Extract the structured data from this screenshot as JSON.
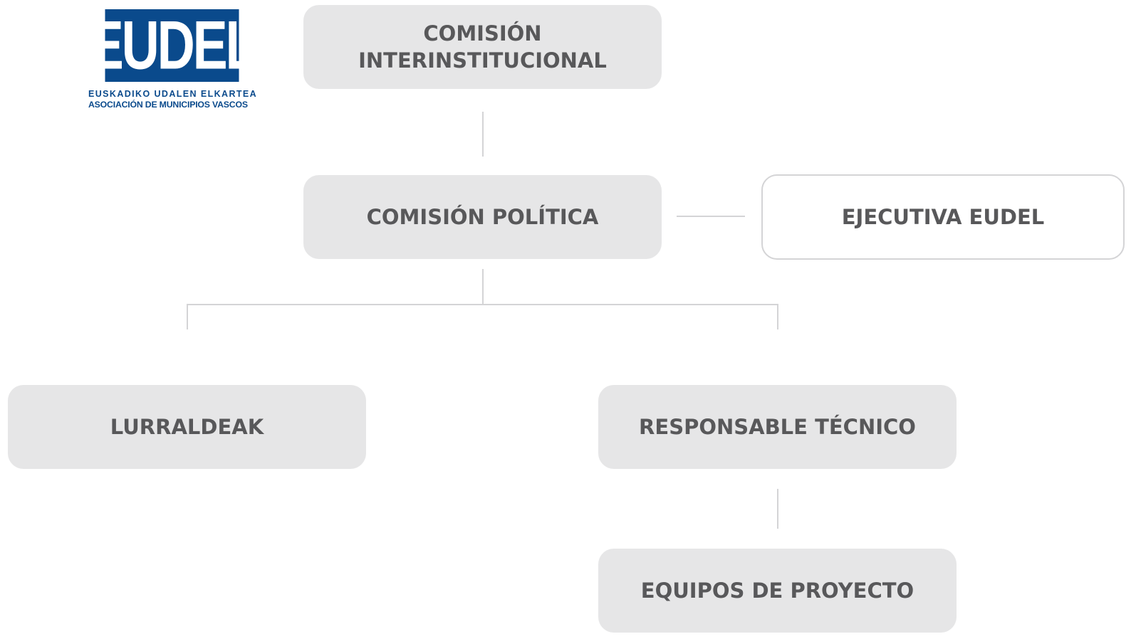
{
  "logo": {
    "wordmark": "EUDEL",
    "tagline_eu": "EUSKADIKO UDALEN ELKARTEA",
    "tagline_es": "ASOCIACIÓN DE MUNICIPIOS VASCOS",
    "brand_color": "#0a4a8c"
  },
  "nodes": {
    "comision_interinstitucional": {
      "line1": "COMISIÓN",
      "line2": "INTERINSTITUCIONAL"
    },
    "comision_politica": "COMISIÓN POLÍTICA",
    "ejecutiva": "EJECUTIVA EUDEL",
    "lurraldeak": "LURRALDEAK",
    "responsable_tecnico": "RESPONSABLE TÉCNICO",
    "equipos_proyecto": "EQUIPOS DE PROYECTO"
  },
  "colors": {
    "box_fill": "#e6e6e7",
    "text": "#58585a",
    "connector": "#d4d4d6"
  }
}
